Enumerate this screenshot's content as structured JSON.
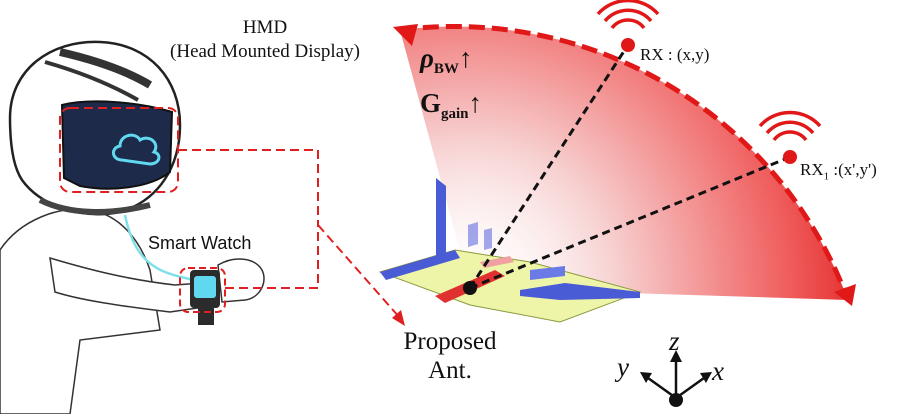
{
  "labels": {
    "hmd_title_line1": "HMD",
    "hmd_title_line2": "(Head Mounted Display)",
    "smart_watch": "Smart Watch",
    "antenna_line1": "Proposed",
    "antenna_line2": "Ant."
  },
  "receivers": {
    "rx_main": "RX : (x,y)",
    "rx_secondary": "RX",
    "rx_secondary_sub": "1",
    "rx_secondary_coords": " :(x',y')"
  },
  "metrics": {
    "bandwidth_symbol": "ρ",
    "bandwidth_sub": "BW",
    "gain_symbol": "G",
    "gain_sub": "gain",
    "arrow": "↑"
  },
  "axes": {
    "z": "z",
    "y": "y",
    "x": "x"
  },
  "colors": {
    "accent_red": "#e01818",
    "dashed_red": "#e02020",
    "watch_cable": "#7fe0e8",
    "cloud_icon": "#5fd8f0",
    "visor": "#1d2a4a",
    "antenna_blue": "#4a5bd6",
    "antenna_yellow": "#e8f090",
    "antenna_red_strip": "#e03030"
  }
}
